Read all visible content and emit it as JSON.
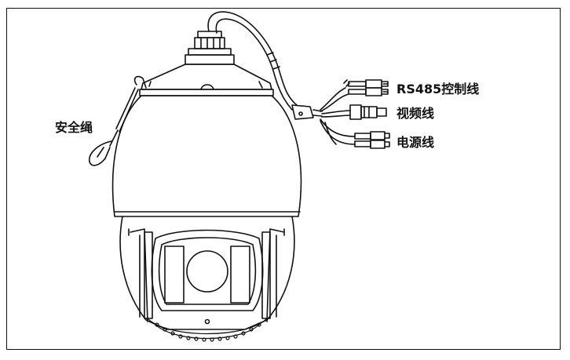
{
  "diagram": {
    "labels": {
      "safety_rope": "安全绳",
      "rs485_cable": "RS485控制线",
      "video_cable": "视频线",
      "power_cable": "电源线"
    },
    "colors": {
      "stroke": "#111111",
      "background": "#ffffff"
    }
  }
}
